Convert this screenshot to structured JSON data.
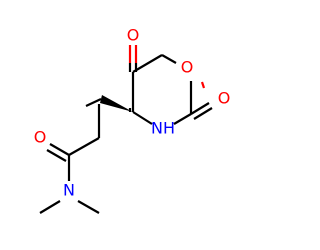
{
  "colors": {
    "carbon": "#000000",
    "oxygen": "#ff0000",
    "nitrogen": "#0000ff"
  },
  "atoms": {
    "ketone_oxygen": "O",
    "ring_oxygen": "O",
    "carbonyl_oxygen": "O",
    "ring_nitrogen_h": "NH",
    "amide_oxygen": "O",
    "amide_nitrogen": "N"
  }
}
